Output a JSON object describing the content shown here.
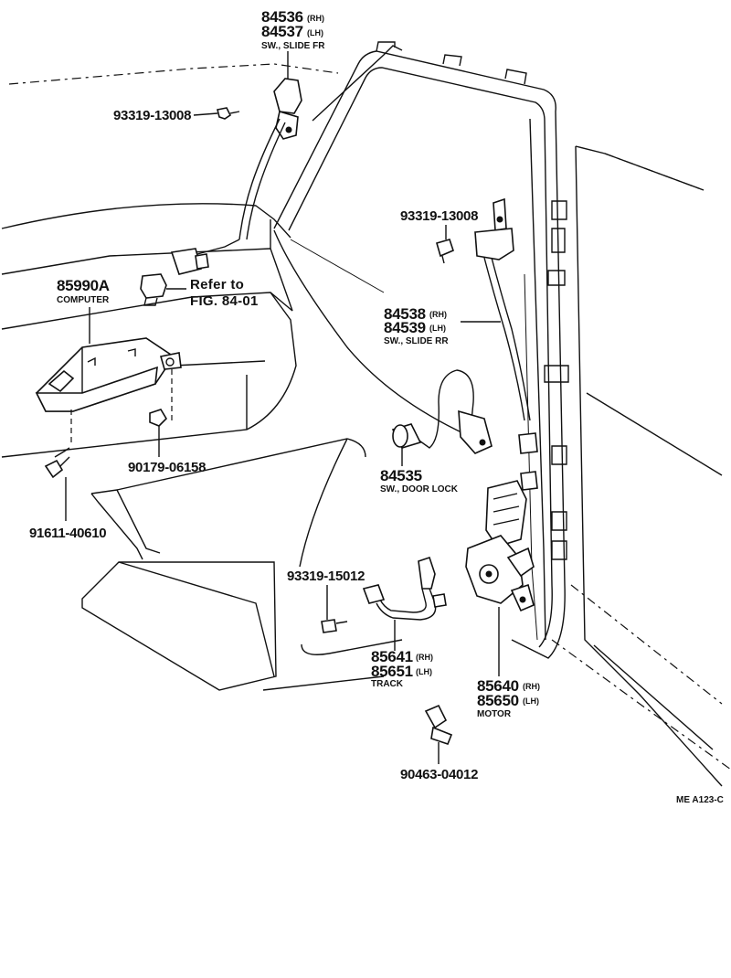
{
  "parts": {
    "sw_front": {
      "rh": "84536",
      "lh": "84537",
      "rh_tag": "(RH)",
      "lh_tag": "(LH)",
      "desc": "SW., SLIDE FR"
    },
    "screw_top": {
      "pn": "93319-13008"
    },
    "screw_rear": {
      "pn": "93319-13008"
    },
    "computer": {
      "pn": "85990A",
      "desc": "COMPUTER"
    },
    "refer": {
      "line1": "Refer to",
      "line2": "FIG. 84-01"
    },
    "sw_rear": {
      "rh": "84538",
      "lh": "84539",
      "rh_tag": "(RH)",
      "lh_tag": "(LH)",
      "desc": "SW., SLIDE RR"
    },
    "sw_door": {
      "pn": "84535",
      "desc": "SW., DOOR LOCK"
    },
    "nut": {
      "pn": "90179-06158"
    },
    "bolt": {
      "pn": "91611-40610"
    },
    "screw_track": {
      "pn": "93319-15012"
    },
    "track": {
      "rh": "85641",
      "lh": "85651",
      "rh_tag": "(RH)",
      "lh_tag": "(LH)",
      "desc": "TRACK"
    },
    "motor": {
      "rh": "85640",
      "lh": "85650",
      "rh_tag": "(RH)",
      "lh_tag": "(LH)",
      "desc": "MOTOR"
    },
    "clamp": {
      "pn": "90463-04012"
    }
  },
  "figure_code": "ME  A123-C"
}
